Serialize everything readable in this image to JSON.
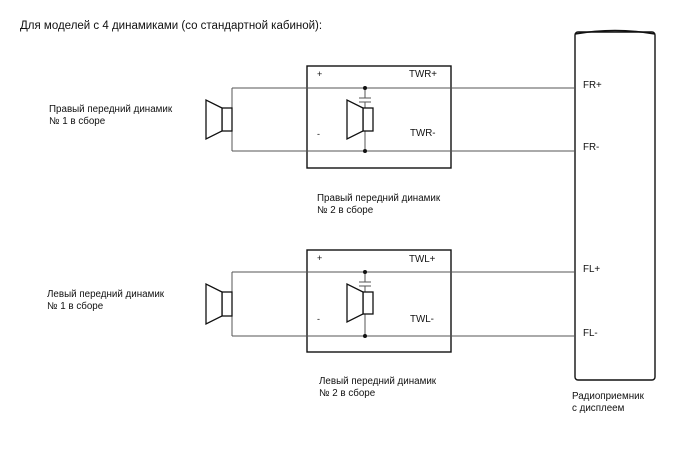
{
  "title": "Для моделей с 4 динамиками (со стандартной кабиной):",
  "right_speaker1": {
    "line1": "Правый передний динамик",
    "line2": "№ 1 в сборе"
  },
  "right_speaker2": {
    "line1": "Правый передний динамик",
    "line2": "№ 2 в сборе"
  },
  "left_speaker1": {
    "line1": "Левый передний динамик",
    "line2": "№ 1 в сборе"
  },
  "left_speaker2": {
    "line1": "Левый передний динамик",
    "line2": "№ 2 в сборе"
  },
  "right_box": {
    "plus": "+",
    "minus": "-",
    "top_label": "TWR+",
    "bottom_label": "TWR-"
  },
  "left_box": {
    "plus": "+",
    "minus": "-",
    "top_label": "TWL+",
    "bottom_label": "TWL-"
  },
  "radio": {
    "terminals": [
      "FR+",
      "FR-",
      "FL+",
      "FL-"
    ],
    "line1": "Радиоприемник",
    "line2": "с дисплеем"
  }
}
